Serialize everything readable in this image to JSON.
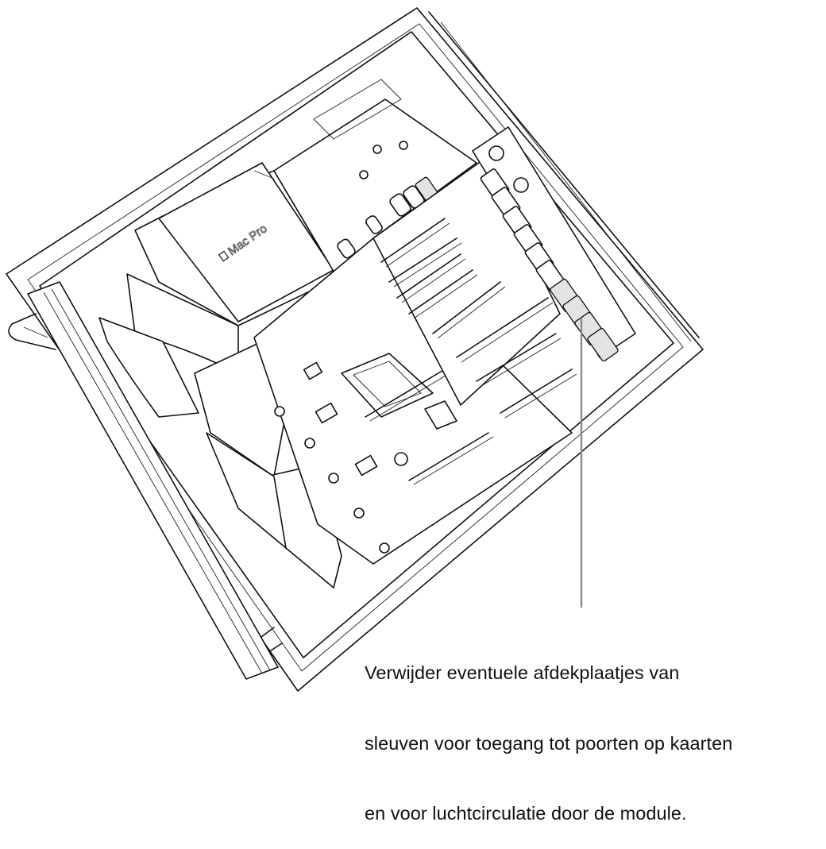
{
  "figure": {
    "subject": "Mac Pro interior, top view with PCIe expansion slots",
    "brand_label": "Mac Pro",
    "brand_icon": "apple-logo-icon",
    "highlight_color": "#e3e3e3",
    "callout_line_color": "#8c8c8c",
    "highlighted_parts": "slot-covers"
  },
  "caption": {
    "lines": [
      "Verwijder eventuele afdekplaatjes van",
      "sleuven voor toegang tot poorten op kaarten",
      "en voor luchtcirculatie door de module."
    ]
  }
}
